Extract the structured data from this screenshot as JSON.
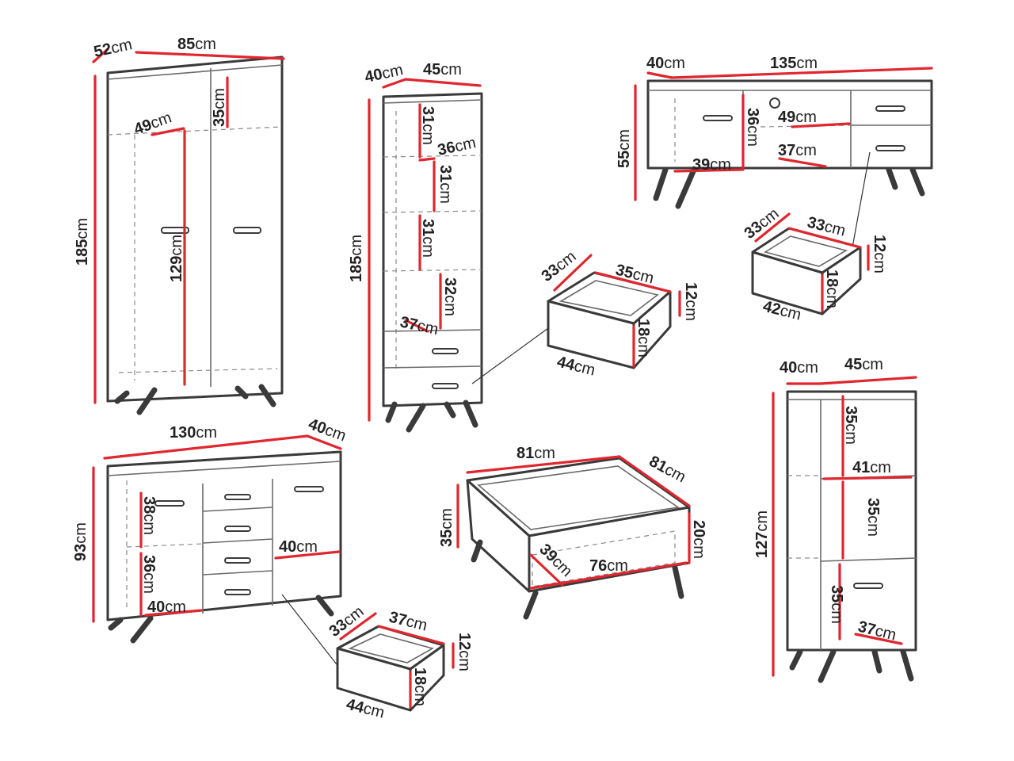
{
  "colors": {
    "dimension_line": "#e0262f",
    "outline": "#3a3a3a",
    "background": "#ffffff"
  },
  "unit": "cm",
  "wardrobe": {
    "width": "85",
    "depth": "52",
    "height": "185",
    "top_section": "35",
    "door_height": "129",
    "inner_depth": "49"
  },
  "tall_cabinet": {
    "width": "45",
    "depth": "40",
    "height": "185",
    "shelf_1": "31",
    "shelf_2": "31",
    "shelf_3": "31",
    "shelf_4": "32",
    "shelf_depth": "36",
    "lower_depth": "37"
  },
  "tall_drawer": {
    "depth": "33",
    "width_inner": "35",
    "height_inner": "12",
    "height_outer": "18",
    "width_outer": "44"
  },
  "tv_stand": {
    "width": "135",
    "depth": "40",
    "height": "55",
    "shelf_height": "36",
    "shelf_depth_top": "49",
    "shelf_depth_bottom": "37",
    "bottom_width": "39"
  },
  "tv_drawer": {
    "depth": "33",
    "width_inner": "33",
    "height_inner": "12",
    "height_outer": "18",
    "width_outer": "42"
  },
  "sideboard": {
    "width": "130",
    "depth": "40",
    "height": "93",
    "upper": "38",
    "lower": "36",
    "bottom_width": "40",
    "door_width": "40"
  },
  "sideboard_drawer": {
    "depth": "33",
    "width_inner": "37",
    "height_inner": "12",
    "height_outer": "18",
    "width_outer": "44"
  },
  "coffee_table": {
    "width": "81",
    "depth": "81",
    "height": "35",
    "shelf_height": "20",
    "shelf_depth": "39",
    "shelf_width": "76"
  },
  "display_cabinet": {
    "width": "45",
    "depth": "40",
    "height": "127",
    "upper": "35",
    "shelf_width": "41",
    "middle": "35",
    "lower": "35",
    "bottom_depth": "37"
  }
}
